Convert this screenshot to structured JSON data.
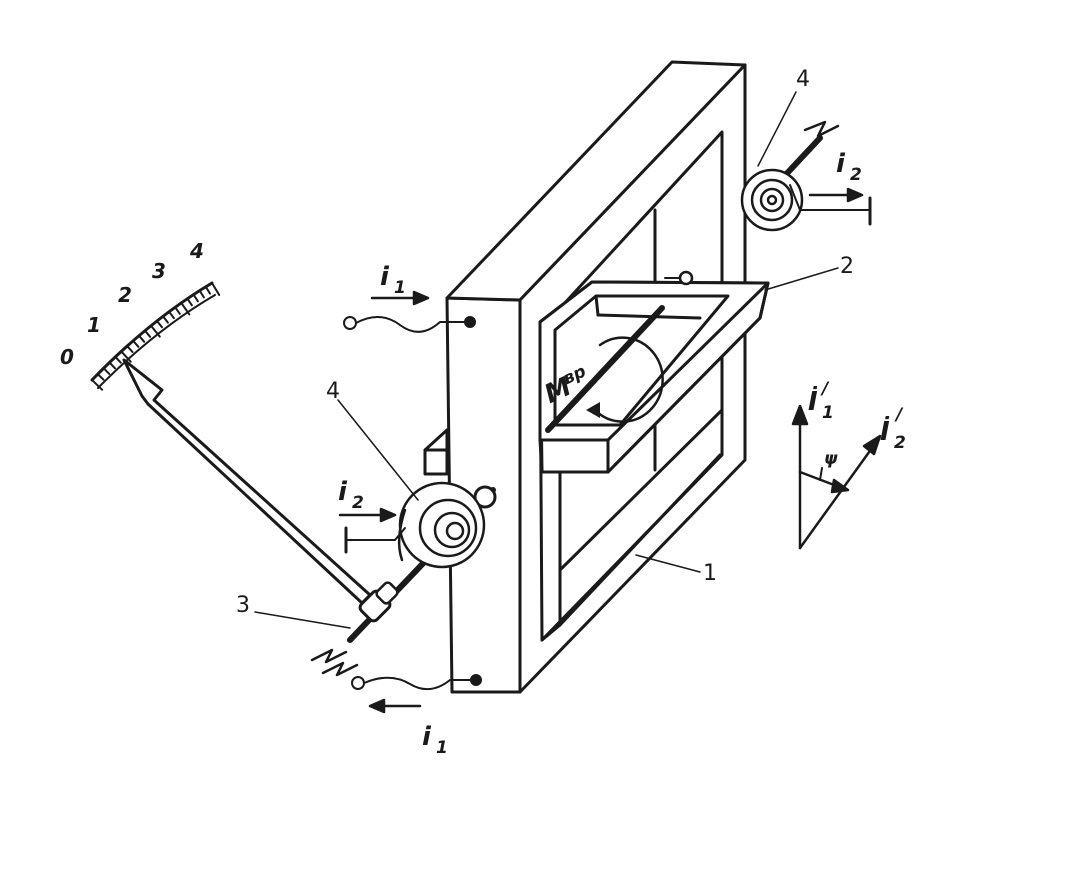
{
  "scale": {
    "ticks": [
      "0",
      "1",
      "2",
      "3",
      "4"
    ]
  },
  "labels": {
    "frame": "1",
    "moving_coil": "2",
    "shaft": "3",
    "spring_upper": "4",
    "spring_lower": "4"
  },
  "currents": {
    "i1_top": {
      "base": "i",
      "sub": "1"
    },
    "i1_bottom": {
      "base": "i",
      "sub": "1"
    },
    "i2_right": {
      "base": "i",
      "sub": "2"
    },
    "i2_left": {
      "base": "i",
      "sub": "2"
    }
  },
  "torque": {
    "base": "M",
    "sub": "вр"
  },
  "phasors": {
    "I1": {
      "base": "İ",
      "sub": "1",
      "sup": "/"
    },
    "I2": {
      "base": "İ",
      "sub": "2",
      "sup": "/"
    },
    "angle": "ψ"
  }
}
